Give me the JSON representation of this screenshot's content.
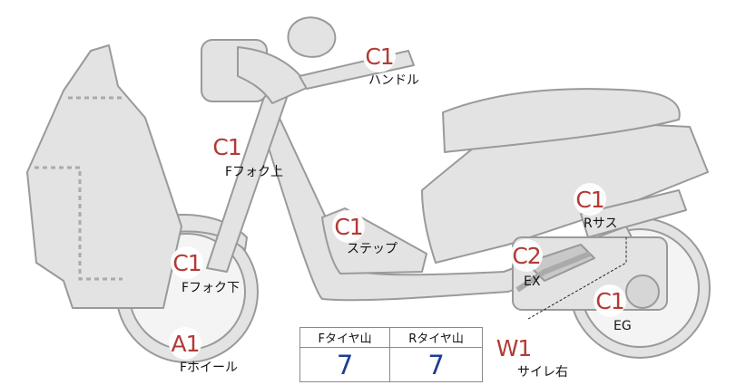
{
  "colors": {
    "body_fill": "#e3e3e3",
    "body_stroke": "#999999",
    "grade_text": "#b23a36",
    "tread_value": "#1d3f8f"
  },
  "parts": [
    {
      "id": "handle",
      "grade": "C1",
      "label": "ハンドル"
    },
    {
      "id": "ffork-upper",
      "grade": "C1",
      "label": "Fフォク上"
    },
    {
      "id": "step",
      "grade": "C1",
      "label": "ステップ"
    },
    {
      "id": "rsus",
      "grade": "C1",
      "label": "Rサス"
    },
    {
      "id": "ex",
      "grade": "C2",
      "label": "EX"
    },
    {
      "id": "ffork-lower",
      "grade": "C1",
      "label": "Fフォク下"
    },
    {
      "id": "eg",
      "grade": "C1",
      "label": "EG"
    },
    {
      "id": "fwheel",
      "grade": "A1",
      "label": "Fホイール"
    },
    {
      "id": "side-r",
      "grade": "W1",
      "label": "サイレ右"
    }
  ],
  "tread": {
    "headers": [
      "Fタイヤ山",
      "Rタイヤ山"
    ],
    "values": [
      "7",
      "7"
    ]
  }
}
